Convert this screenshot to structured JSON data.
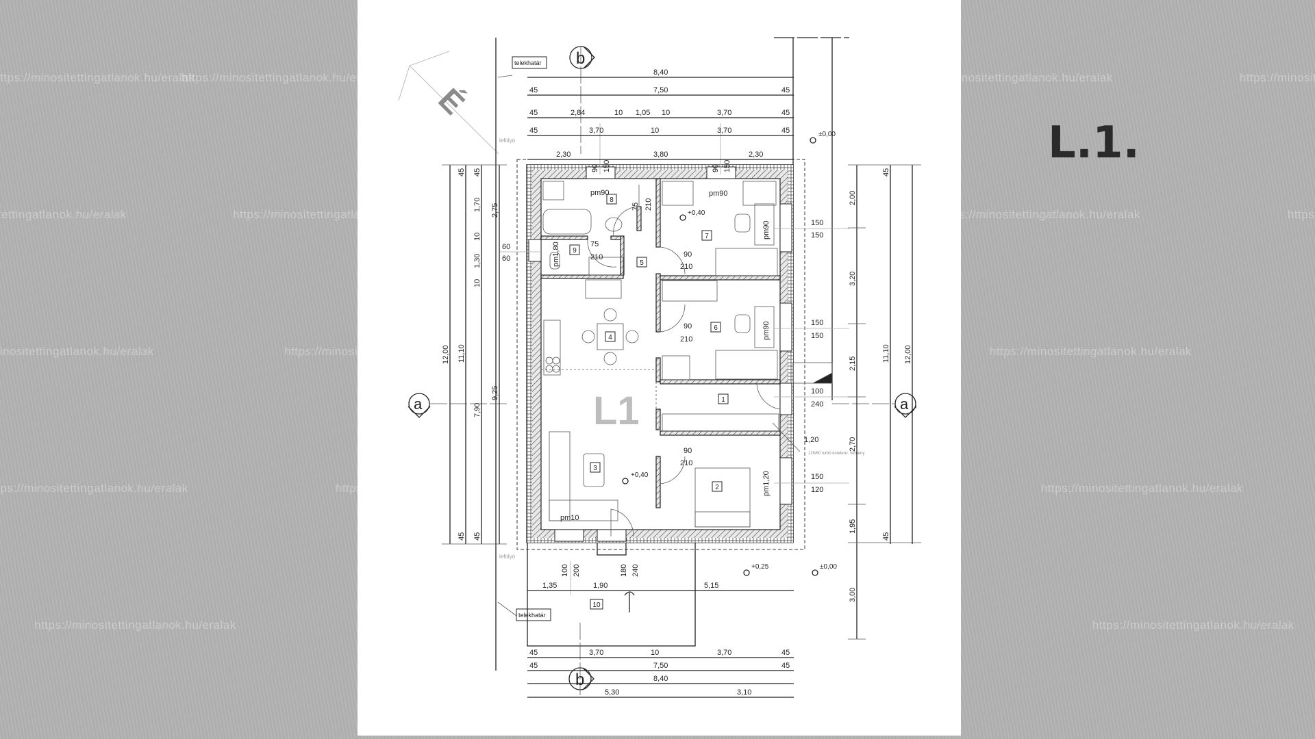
{
  "sheet_title": "L.1.",
  "watermark": "https://minositettingatlanok.hu/eralak",
  "plan_label": "L1",
  "north_label": "É",
  "axes": {
    "a": "a",
    "b": "b"
  },
  "notes": {
    "telekhatar": "telekhatár",
    "lefolyo": "lefolyó",
    "chimney": "125/60 turbó kondenz. kémény"
  },
  "rooms": [
    "1",
    "2",
    "3",
    "4",
    "5",
    "6",
    "7",
    "8",
    "9",
    "10"
  ],
  "top_dims": {
    "row1": [
      "8,40"
    ],
    "row2": [
      "45",
      "7,50",
      "45"
    ],
    "row3": [
      "45",
      "2,84",
      "10",
      "1,05",
      "10",
      "3,70",
      "45"
    ],
    "row4": [
      "45",
      "3,70",
      "10",
      "3,70",
      "45"
    ],
    "row5": [
      "2,30",
      "3,80",
      "2,30"
    ],
    "windows": [
      "90",
      "150",
      "90",
      "150"
    ]
  },
  "left_dims": {
    "outer": "12,00",
    "mid": "11,10",
    "inner": [
      "45",
      "1,70",
      "10",
      "1,30",
      "10",
      "7,90",
      "45"
    ],
    "outer_seg": [
      "2,75",
      "9,25"
    ],
    "ends": [
      "45",
      "45"
    ],
    "window": [
      "60",
      "60"
    ]
  },
  "right_dims": {
    "segments": [
      "2,00",
      "3,20",
      "2,15",
      "2,70",
      "1,95",
      "3,00"
    ],
    "mid": "11,10",
    "outer": "12,00",
    "ends": [
      "45",
      "45"
    ]
  },
  "bottom_dims": {
    "terrace": [
      "1,35",
      "1,90",
      "5,15"
    ],
    "row1": [
      "45",
      "3,70",
      "10",
      "3,70",
      "45"
    ],
    "row2": [
      "45",
      "7,50",
      "45"
    ],
    "row3": [
      "8,40"
    ],
    "row4": [
      "5,30",
      "3,10"
    ],
    "door": [
      "100",
      "200",
      "180",
      "240"
    ]
  },
  "openings": {
    "pm": [
      "pm90",
      "pm90",
      "pm90",
      "pm1,80",
      "pm90",
      "pm1,20",
      "pm10"
    ],
    "doors": [
      "75",
      "210",
      "75",
      "210",
      "90",
      "210",
      "90",
      "210",
      "90",
      "210"
    ],
    "windows_right": [
      "150",
      "150",
      "150",
      "150",
      "100",
      "240",
      "150",
      "120"
    ],
    "chimney_dim": "1,20"
  },
  "levels": [
    "+0,40",
    "+0,40",
    "±0,00",
    "+0,25",
    "±0,00"
  ]
}
